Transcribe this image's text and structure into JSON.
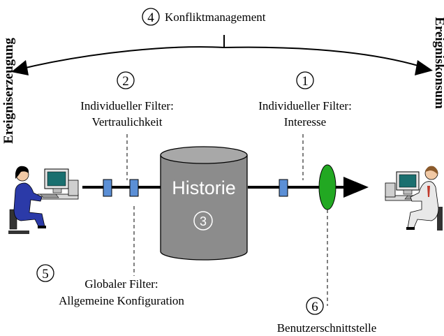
{
  "side_labels": {
    "left": "Ereigniserzeugung",
    "right": "Ereigniskonsum"
  },
  "steps": {
    "s1": "1",
    "s2": "2",
    "s3": "3",
    "s4": "4",
    "s5": "5",
    "s6": "6"
  },
  "labels": {
    "conflict": "Konfliktmanagement",
    "filter_left_line1": "Individueller Filter:",
    "filter_left_line2": "Vertraulichkeit",
    "filter_right_line1": "Individueller Filter:",
    "filter_right_line2": "Interesse",
    "history": "Historie",
    "global_line1": "Globaler Filter:",
    "global_line2": "Allgemeine Konfiguration",
    "ui": "Benutzerschnittstelle"
  },
  "colors": {
    "cylinder_body": "#8c8c8c",
    "cylinder_top": "#a8a8a8",
    "filter_box": "#5b8fd6",
    "ui_ellipse": "#22a822",
    "person_left": "#2b3aa8",
    "person_right": "#e8e8e8"
  }
}
